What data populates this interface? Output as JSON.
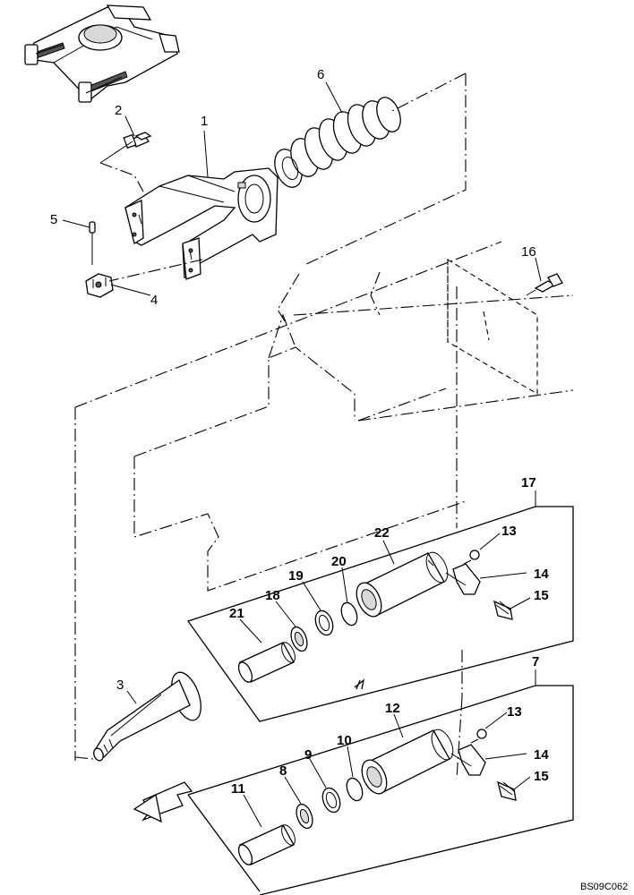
{
  "callouts": {
    "c1": "1",
    "c2": "2",
    "c3": "3",
    "c4": "4",
    "c5": "5",
    "c6": "6",
    "c7": "7",
    "c8": "8",
    "c9": "9",
    "c10": "10",
    "c11": "11",
    "c12": "12",
    "c13a": "13",
    "c13b": "13",
    "c14a": "14",
    "c14b": "14",
    "c15a": "15",
    "c15b": "15",
    "c16": "16",
    "c17": "17",
    "c18": "18",
    "c19": "19",
    "c20": "20",
    "c21": "21",
    "c22": "22"
  },
  "drawing_code": "BS09C062"
}
